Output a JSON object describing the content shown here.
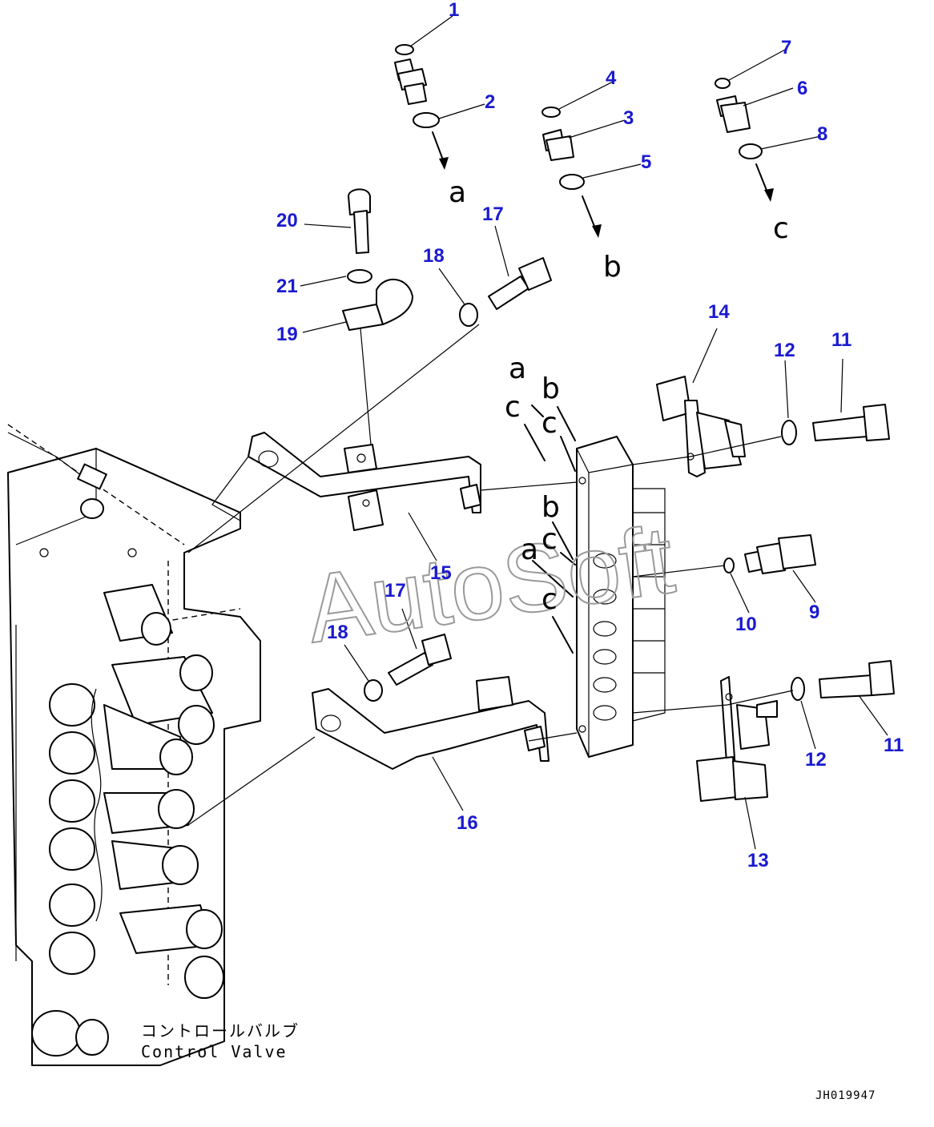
{
  "callouts": [
    "1",
    "2",
    "3",
    "4",
    "5",
    "6",
    "7",
    "8",
    "9",
    "10",
    "11",
    "11",
    "12",
    "12",
    "13",
    "14",
    "15",
    "16",
    "17",
    "17",
    "18",
    "18",
    "19",
    "20",
    "21"
  ],
  "ports": [
    "a",
    "b",
    "c",
    "a",
    "b",
    "c",
    "c",
    "b",
    "c",
    "a",
    "c"
  ],
  "caption": {
    "japanese": "コントロールバルブ",
    "english": "Control Valve"
  },
  "drawing_code": "JH019947",
  "watermark": "AutoSoft",
  "colors": {
    "callout": "#1a1ad0",
    "line": "#000000",
    "watermark": "#9a9a9a"
  }
}
